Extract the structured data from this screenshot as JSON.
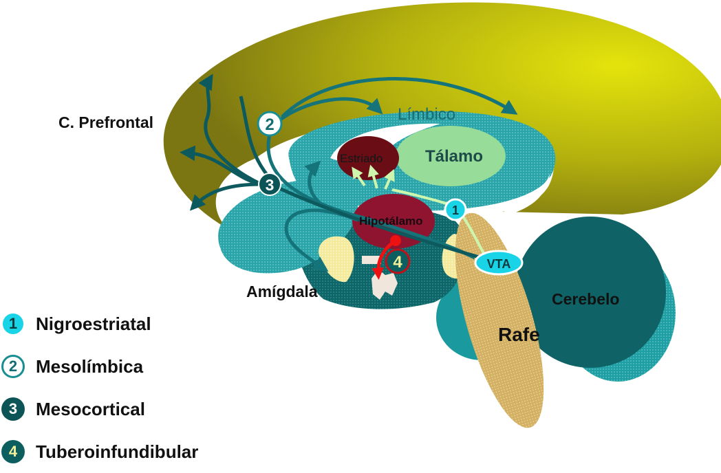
{
  "labels": {
    "prefrontal": "C. Prefrontal",
    "limbic": "Límbico",
    "striatum": "Estriado",
    "thalamus": "Tálamo",
    "hypothalamus": "Hipotálamo",
    "amygdala": "Amígdala",
    "vta": "VTA",
    "cerebellum": "Cerebelo",
    "raphe": "Rafe"
  },
  "markers": {
    "m1": "1",
    "m2": "2",
    "m3": "3",
    "m4": "4"
  },
  "legend": [
    {
      "number": "1",
      "label": "Nigroestriatal"
    },
    {
      "number": "2",
      "label": "Mesolímbica"
    },
    {
      "number": "3",
      "label": "Mesocortical"
    },
    {
      "number": "4",
      "label": "Tuberoinfundibular"
    }
  ],
  "colors": {
    "cortex": "#a9a70f",
    "cortex_highlight": "#dede0a",
    "teal_dark": "#0c5a5e",
    "teal": "#1a9aa0",
    "teal_light": "#35b9bc",
    "cyan": "#1fd3e6",
    "mint": "#99e6a7",
    "dark_red": "#6b0d14",
    "maroon": "#8a1430",
    "beige": "#d9b96d",
    "cream": "#f7f2b8",
    "red": "#ee1111",
    "lime_arrow": "#c8f5a8"
  }
}
